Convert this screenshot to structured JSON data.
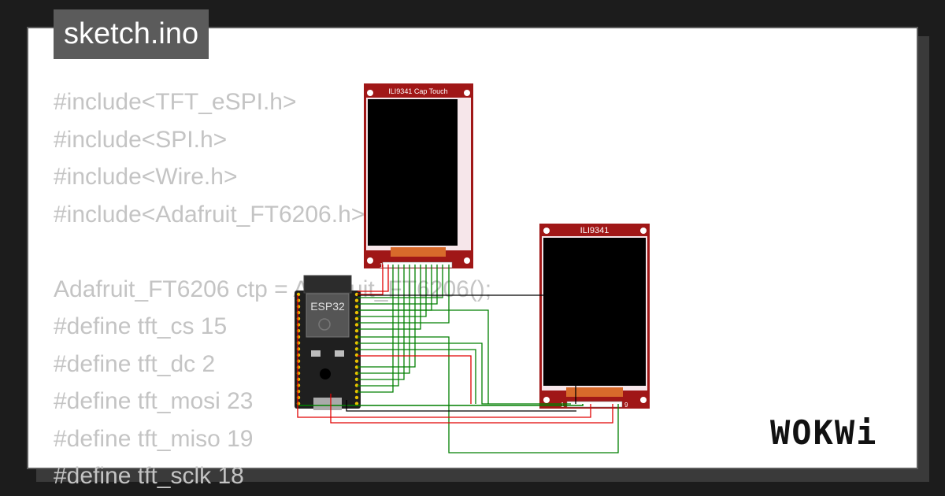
{
  "window": {
    "title": "sketch.ino"
  },
  "code_lines": [
    "#include<TFT_eSPI.h>",
    "#include<SPI.h>",
    "#include<Wire.h>",
    "#include<Adafruit_FT6206.h>",
    "",
    "Adafruit_FT6206 ctp = Adafruit_FT6206();",
    "#define tft_cs 15",
    "#define tft_dc 2",
    "#define tft_mosi 23",
    "#define tft_miso 19",
    "#define tft_sclk 18"
  ],
  "components": {
    "display_touch": {
      "label": "ILI9341 Cap Touch",
      "pin_first": "1",
      "pin_last": "14"
    },
    "display_main": {
      "label": "ILI9341",
      "pin_first": "1",
      "pin_last": "9"
    },
    "mcu": {
      "label": "ESP32"
    }
  },
  "brand": {
    "logo_text": "WOKWi"
  },
  "colors": {
    "background": "#1c1c1c",
    "card": "#ffffff",
    "badge": "#5b5b5b",
    "code_text": "#c4c4c4",
    "pcb_red": "#a01717",
    "screen": "#000000",
    "wire_green": "#007f00",
    "wire_red": "#e00000",
    "wire_black": "#000000",
    "esp32_board": "#1f1f1f"
  }
}
